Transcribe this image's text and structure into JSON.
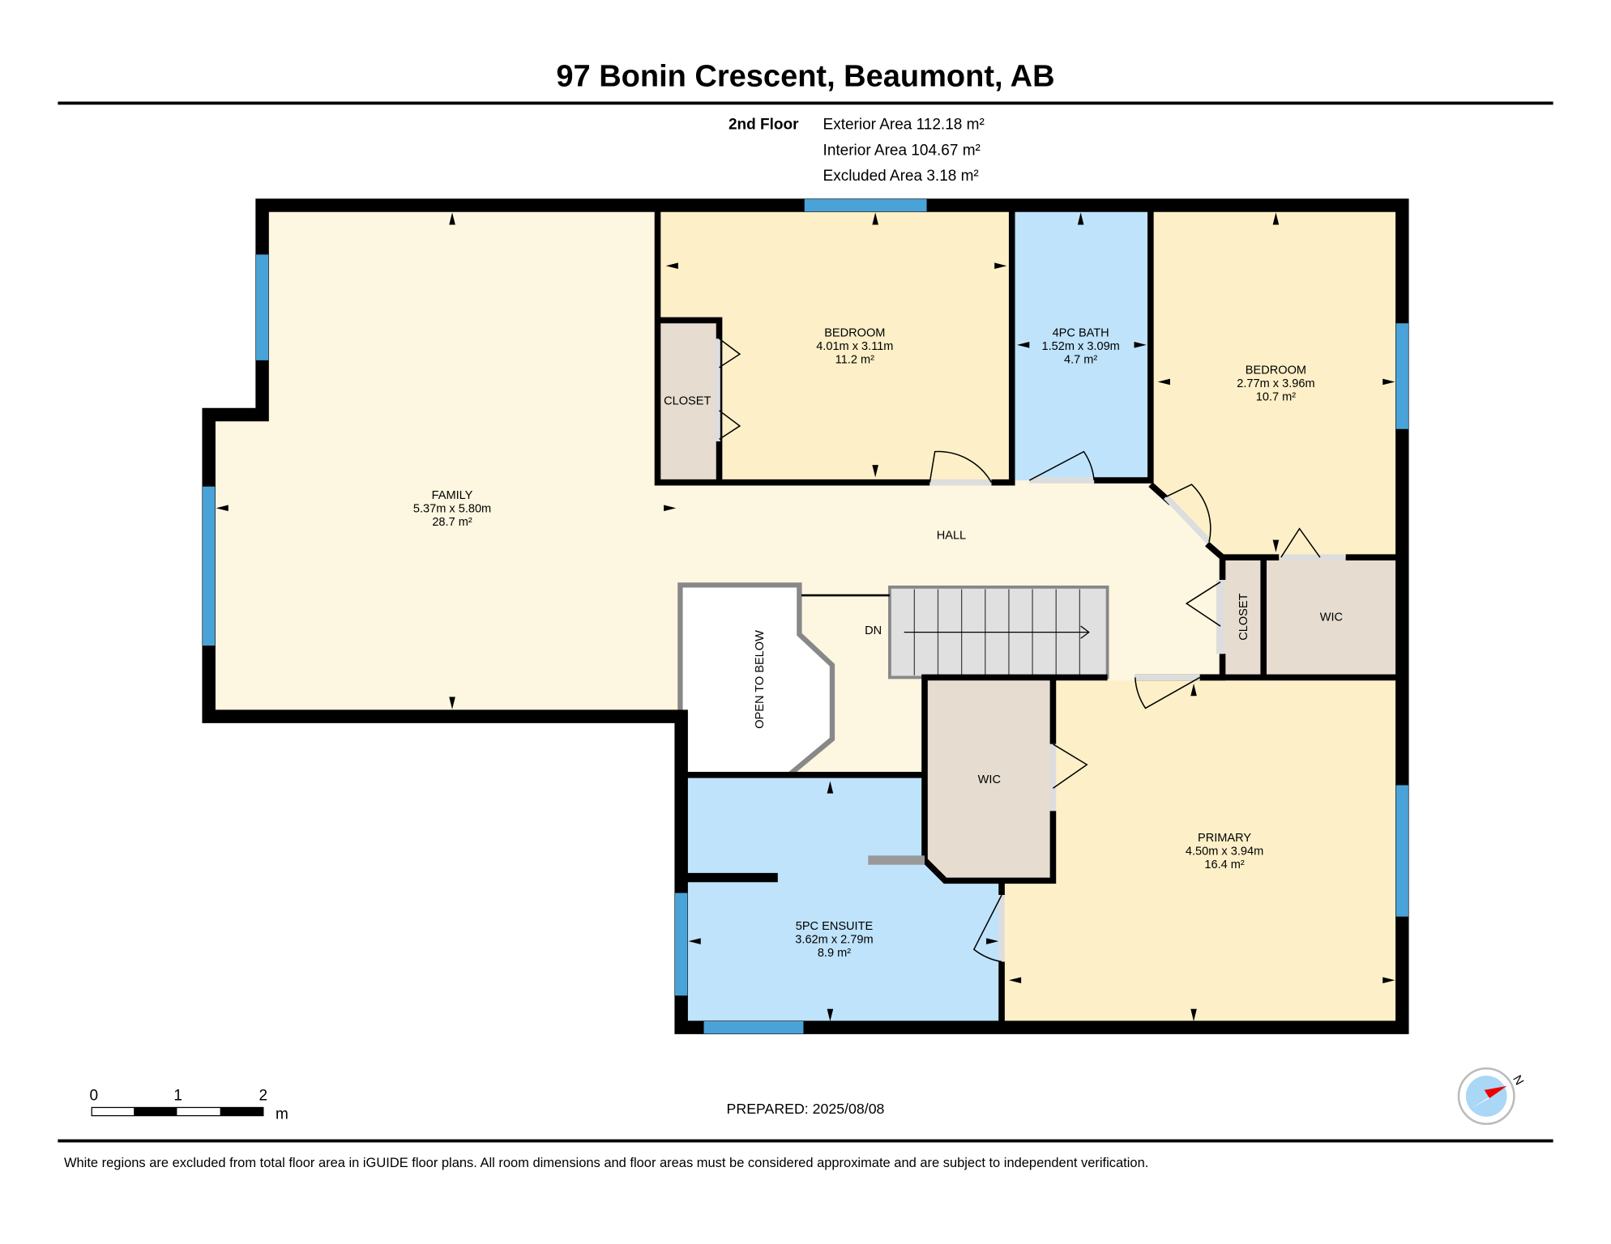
{
  "title": "97 Bonin Crescent, Beaumont, AB",
  "floor": {
    "name": "2nd Floor",
    "exterior_area": "Exterior Area 112.18 m²",
    "interior_area": "Interior Area 104.67 m²",
    "excluded_area": "Excluded Area 3.18 m²"
  },
  "rooms": {
    "family": {
      "name": "FAMILY",
      "dims": "5.37m x 5.80m",
      "area": "28.7 m²"
    },
    "bedroom1": {
      "name": "BEDROOM",
      "dims": "4.01m x 3.11m",
      "area": "11.2 m²"
    },
    "bath": {
      "name": "4PC BATH",
      "dims": "1.52m x 3.09m",
      "area": "4.7 m²"
    },
    "bedroom2": {
      "name": "BEDROOM",
      "dims": "2.77m x 3.96m",
      "area": "10.7 m²"
    },
    "closet1": {
      "name": "CLOSET"
    },
    "closet2": {
      "name": "CLOSET"
    },
    "hall": {
      "name": "HALL"
    },
    "wic1": {
      "name": "WIC"
    },
    "wic2": {
      "name": "WIC"
    },
    "open_to_below": {
      "name": "OPEN TO BELOW"
    },
    "stairs": {
      "name": "DN"
    },
    "ensuite": {
      "name": "5PC ENSUITE",
      "dims": "3.62m x 2.79m",
      "area": "8.9 m²"
    },
    "primary": {
      "name": "PRIMARY",
      "dims": "4.50m x 3.94m",
      "area": "16.4 m²"
    }
  },
  "scale_bar": {
    "ticks": [
      "0",
      "1",
      "2"
    ],
    "unit": "m"
  },
  "prepared": "PREPARED: 2025/08/08",
  "compass": {
    "label": "N"
  },
  "disclaimer": "White regions are excluded from total floor area in iGUIDE floor plans. All room dimensions and floor areas must be considered approximate and are subject to independent verification.",
  "colors": {
    "cream": "#fdf6e0",
    "bedroom": "#fdf0c8",
    "bath": "#bfe3fb",
    "closet": "#e6ddd0",
    "window": "#4aa3d8",
    "wall": "#000000"
  }
}
